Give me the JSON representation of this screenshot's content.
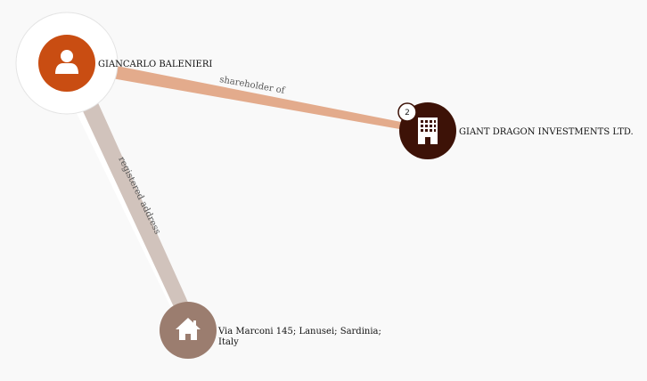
{
  "graph": {
    "nodes": [
      {
        "id": "person",
        "label": "GIANCARLO BALENIERI",
        "type": "person",
        "icon": "person-icon",
        "color": "#c94d12",
        "selected": true
      },
      {
        "id": "company",
        "label": "GIANT DRAGON INVESTMENTS LTD.",
        "type": "company",
        "icon": "building-icon",
        "color": "#3d1207",
        "badge": "2"
      },
      {
        "id": "address",
        "label_line1": "Via Marconi 145; Lanusei; Sardinia;",
        "label_line2": "Italy",
        "type": "address",
        "icon": "house-icon",
        "color": "#9b7d6f"
      }
    ],
    "edges": [
      {
        "id": "edge-shareholder",
        "from": "person",
        "to": "company",
        "label": "shareholder of",
        "color": "#e3ab8c"
      },
      {
        "id": "edge-address",
        "from": "person",
        "to": "address",
        "label": "registered address",
        "color": "#d1c3bc"
      }
    ]
  }
}
